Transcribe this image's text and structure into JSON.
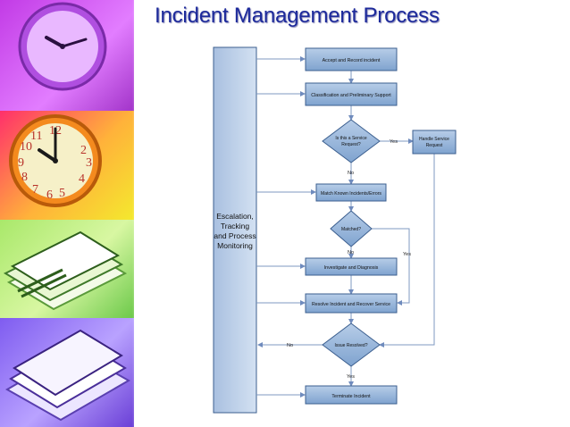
{
  "slide": {
    "title": "Incident Management Process",
    "colors": {
      "title": "#1d2a9b",
      "box_fill": "#8fb3d9",
      "box_border": "#3c5f8f",
      "lane_fill": "#bcd0e8",
      "connector": "#7f98c2"
    }
  },
  "photos": [
    {
      "subject": "wall-clock-purple"
    },
    {
      "subject": "wall-clock-orange"
    },
    {
      "subject": "stacked-documents-green"
    },
    {
      "subject": "stacked-documents-violet"
    }
  ],
  "lane": {
    "lines": [
      "Escalation,",
      "Tracking",
      "and Process",
      "Monitoring"
    ]
  },
  "nodes": {
    "accept": {
      "label": "Accept and Record incident"
    },
    "classify": {
      "label": "Classification and  Preliminary Support"
    },
    "service_q": {
      "lines": [
        "Is this a Service",
        "Request?"
      ]
    },
    "handle_sr": {
      "lines": [
        "Handle Service",
        "Request"
      ]
    },
    "match": {
      "label": "Match Known Incidents/Errors"
    },
    "matched_q": {
      "label": "Matched?"
    },
    "investigate": {
      "label": "Investigate and Diagnosis"
    },
    "resolve": {
      "label": "Resolve Incident and Recover Service"
    },
    "resolved_q": {
      "label": "Issue Resolved?"
    },
    "terminate": {
      "label": "Terminate Incident"
    }
  },
  "edges": {
    "service_yes": "Yes",
    "service_no": "No",
    "matched_no": "No",
    "matched_yes": "Yes",
    "resolved_no": "No",
    "resolved_yes": "Yes"
  }
}
